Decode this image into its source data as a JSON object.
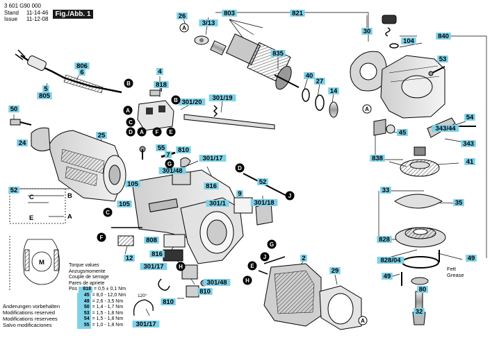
{
  "header": {
    "doc_number": "3 601 G90 000",
    "stand_label": "Stand",
    "issue_label": "Issue",
    "stand_date": "11-14-46",
    "issue_date": "11-12-08",
    "figure_label": "Fig./Abb. 1"
  },
  "torque": {
    "title_lines": [
      "Torque values",
      "Anzugsmomente",
      "Couple de serrage",
      "Pares de apriete"
    ],
    "pos_label": "Pos",
    "rows": [
      {
        "pos": "818",
        "value": "= 0,5 ± 0,1 Nm"
      },
      {
        "pos": "45",
        "value": "= 8,0 - 12,0 Nm"
      },
      {
        "pos": "49",
        "value": "= 2,6 - 3,5 Nm"
      },
      {
        "pos": "50",
        "value": "= 1,4 - 1,7 Nm"
      },
      {
        "pos": "53",
        "value": "= 1,5 - 1,8 Nm"
      },
      {
        "pos": "54",
        "value": "= 1,5 - 1,8 Nm"
      },
      {
        "pos": "55",
        "value": "= 1,0 - 1,8 Nm"
      }
    ]
  },
  "notes": [
    "Änderungen vorbehalten",
    "Modifications reserved",
    "Modifications reservees",
    "Salvo modificaciones"
  ],
  "grease": {
    "line1": "Fett",
    "line2": "Grease"
  },
  "angle_label": "120°",
  "motor_symbol": "M",
  "part_labels": {
    "p26": "26",
    "p3_13": "3/13",
    "p803": "803",
    "p821": "821",
    "p30": "30",
    "p840": "840",
    "p104": "104",
    "p53": "53",
    "p835": "835",
    "p40": "40",
    "p27": "27",
    "p14": "14",
    "p806": "806",
    "p6": "6",
    "p5": "5",
    "p805": "805",
    "p4": "4",
    "p818": "818",
    "p301_19": "301/19",
    "p301_20": "301/20",
    "p50": "50",
    "p343_44": "343/44",
    "p54": "54",
    "p45": "45",
    "p343": "343",
    "p25": "25",
    "p24": "24",
    "p55": "55",
    "p7": "7",
    "p810a": "810",
    "p301_17a": "301/17",
    "p301_48a": "301/48",
    "p816a": "816",
    "p838": "838",
    "p41": "41",
    "p105a": "105",
    "p105b": "105",
    "p52a": "52",
    "p301_18": "301/18",
    "p301_1": "301/1",
    "p9": "9",
    "p33": "33",
    "p35": "35",
    "p52b": "52",
    "p828": "828",
    "p808": "808",
    "p12": "12",
    "p816b": "816",
    "p301_17b": "301/17",
    "p301_48b": "301/48",
    "p810b": "810",
    "p810c": "810",
    "p301_17c": "301/17",
    "p2": "2",
    "p29": "29",
    "p828_04": "828/04",
    "p49a": "49",
    "p49b": "49",
    "p80": "80",
    "p32": "32"
  },
  "wiring": {
    "b": "B",
    "a": "A",
    "c": "C",
    "e": "E"
  },
  "connectors": [
    "A",
    "B",
    "C",
    "D",
    "E",
    "F",
    "G",
    "H",
    "J"
  ]
}
